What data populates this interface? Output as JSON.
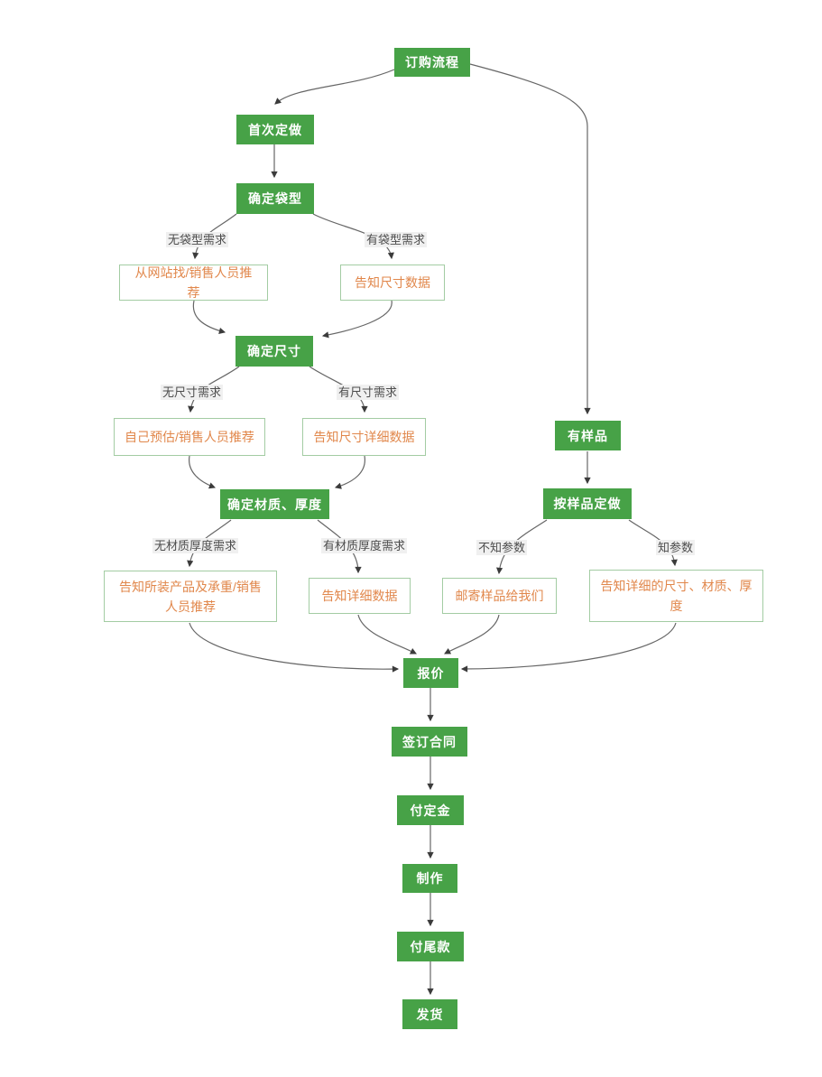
{
  "diagram": {
    "nodes": {
      "order_process": "订购流程",
      "first_custom": "首次定做",
      "determine_bag": "确定袋型",
      "determine_size": "确定尺寸",
      "determine_material": "确定材质、厚度",
      "has_sample": "有样品",
      "custom_by_sample": "按样品定做",
      "quote": "报价",
      "sign_contract": "签订合同",
      "pay_deposit": "付定金",
      "production": "制作",
      "pay_balance": "付尾款",
      "ship": "发货"
    },
    "options": {
      "find_from_website": "从网站找/销售人员推荐",
      "tell_size_data": "告知尺寸数据",
      "self_estimate": "自己预估/销售人员推荐",
      "tell_size_detail_data": "告知尺寸详细数据",
      "tell_product_load": "告知所装产品及承重/销售人员推荐",
      "tell_detail_data": "告知详细数据",
      "mail_sample": "邮寄样品给我们",
      "tell_detail_size_material": "告知详细的尺寸、材质、厚度"
    },
    "edge_labels": {
      "no_bag_need": "无袋型需求",
      "has_bag_need": "有袋型需求",
      "no_size_need": "无尺寸需求",
      "has_size_need": "有尺寸需求",
      "no_material_need": "无材质厚度需求",
      "has_material_need": "有材质厚度需求",
      "unknown_params": "不知参数",
      "known_params": "知参数"
    },
    "colors": {
      "node_fill": "#47A247",
      "node_text": "#FFFFFF",
      "option_border": "#A3CCA3",
      "option_text": "#E1874B",
      "edge_label_bg": "#F0F0F0",
      "edge_label_text": "#4D4D4D",
      "connector": "#666666"
    }
  }
}
